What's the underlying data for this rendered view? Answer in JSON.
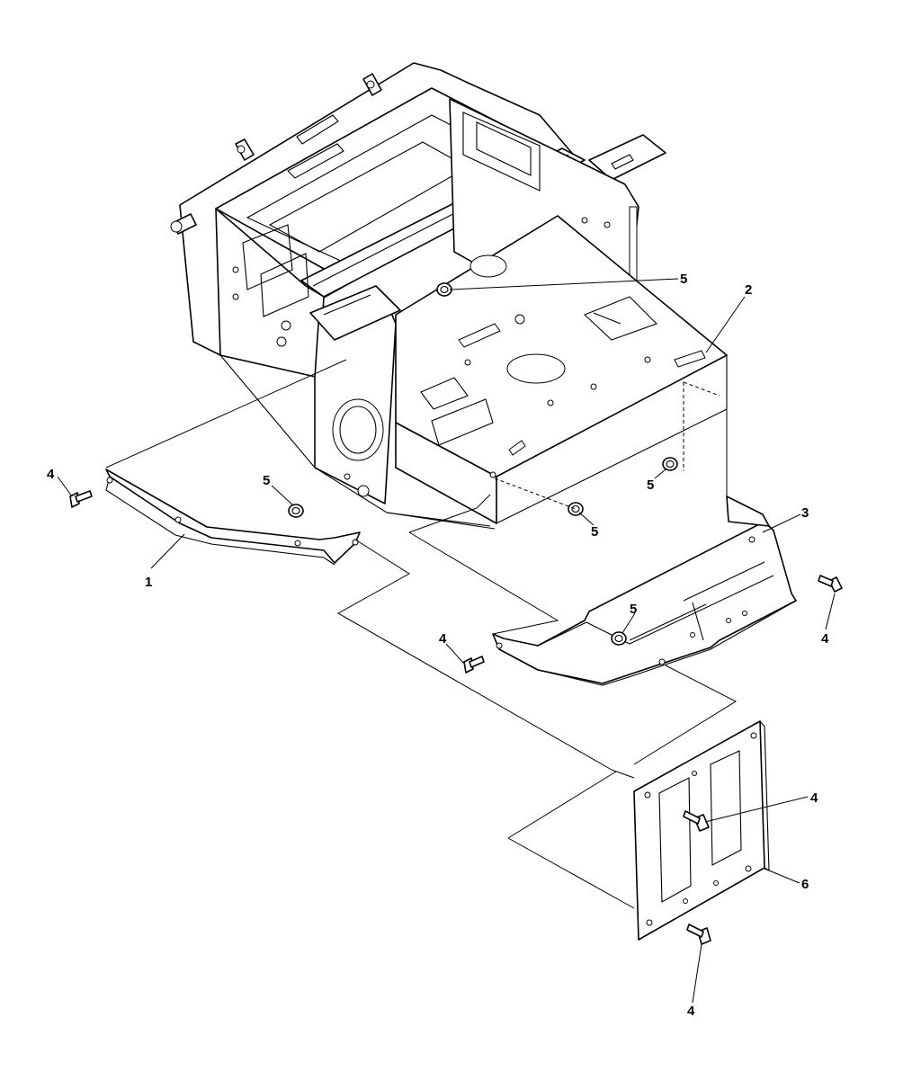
{
  "callouts": [
    {
      "id": "c1",
      "label": "1"
    },
    {
      "id": "c2",
      "label": "2"
    },
    {
      "id": "c3",
      "label": "3"
    },
    {
      "id": "c4a",
      "label": "4"
    },
    {
      "id": "c4b",
      "label": "4"
    },
    {
      "id": "c4c",
      "label": "4"
    },
    {
      "id": "c4d",
      "label": "4"
    },
    {
      "id": "c4e",
      "label": "4"
    },
    {
      "id": "c5a",
      "label": "5"
    },
    {
      "id": "c5b",
      "label": "5"
    },
    {
      "id": "c5c",
      "label": "5"
    },
    {
      "id": "c5d",
      "label": "5"
    },
    {
      "id": "c5e",
      "label": "5"
    },
    {
      "id": "c6",
      "label": "6"
    }
  ]
}
